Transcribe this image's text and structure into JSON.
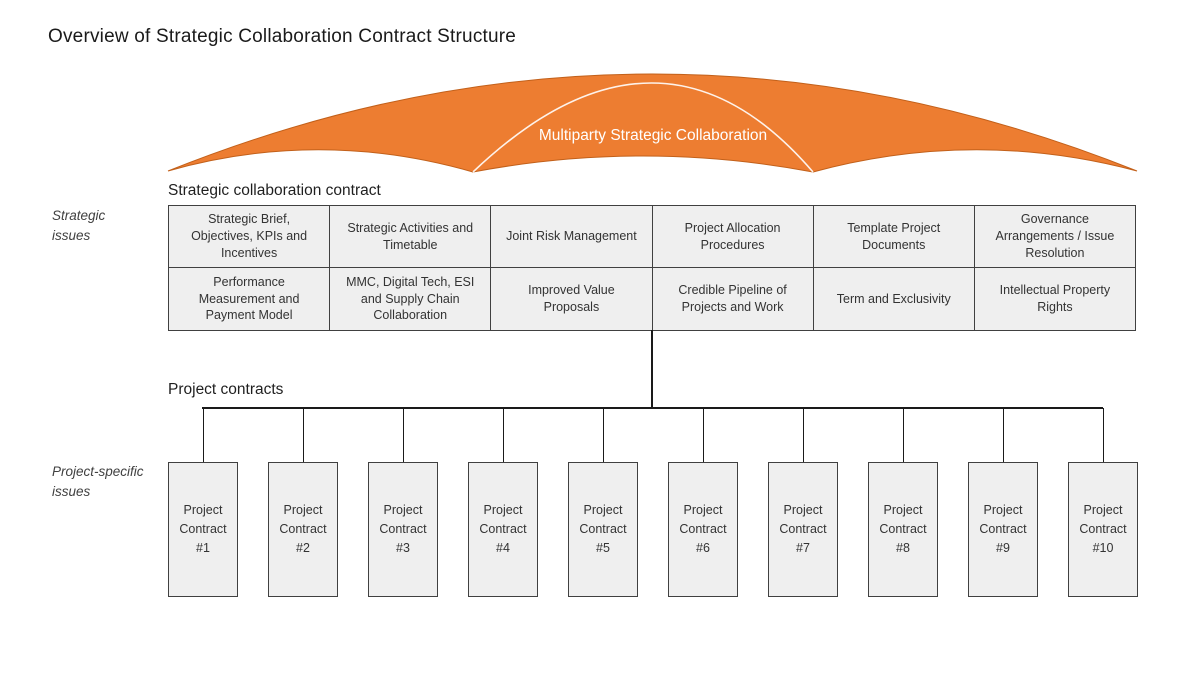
{
  "title": "Overview of Strategic Collaboration Contract Structure",
  "umbrella": {
    "label": "Multiparty Strategic Collaboration",
    "fill": "#ED7D31",
    "edge": "#C2601A"
  },
  "strategic_section": {
    "side_label": "Strategic issues",
    "heading": "Strategic collaboration contract",
    "rows": [
      [
        "Strategic Brief, Objectives, KPIs and Incentives",
        "Strategic Activities and Timetable",
        "Joint Risk Management",
        "Project Allocation Procedures",
        "Template Project Documents",
        "Governance Arrangements / Issue Resolution"
      ],
      [
        "Performance Measurement and Payment Model",
        "MMC, Digital Tech, ESI and Supply Chain Collaboration",
        "Improved Value Proposals",
        "Credible Pipeline of Projects and Work",
        "Term and Exclusivity",
        "Intellectual Property Rights"
      ]
    ]
  },
  "project_section": {
    "side_label": "Project-specific issues",
    "heading": "Project contracts",
    "boxes": [
      "Project Contract #1",
      "Project Contract #2",
      "Project Contract #3",
      "Project Contract #4",
      "Project Contract #5",
      "Project Contract #6",
      "Project Contract #7",
      "Project Contract #8",
      "Project Contract #9",
      "Project Contract #10"
    ]
  },
  "colors": {
    "cell_fill": "#EFEFEF",
    "cell_border": "#404040",
    "connector": "#1a1a1a"
  }
}
